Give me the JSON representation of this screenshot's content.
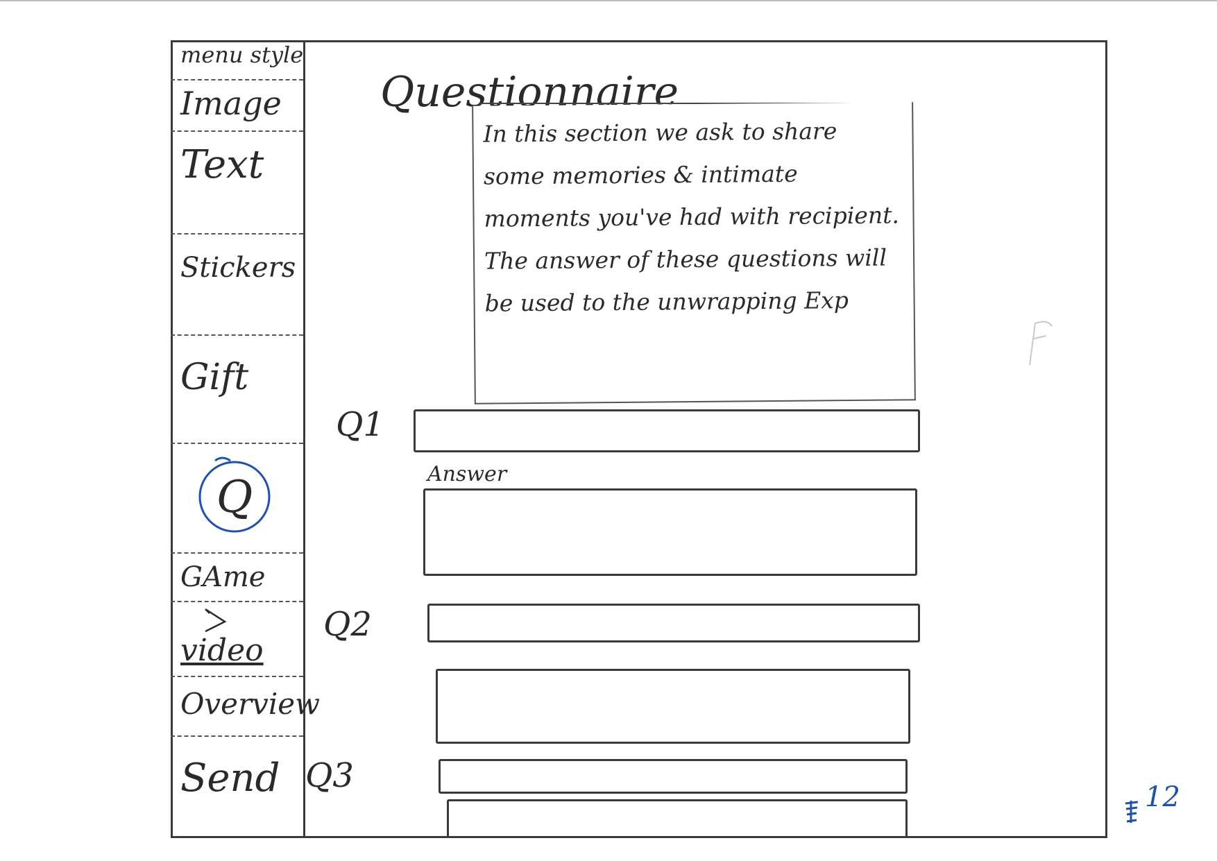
{
  "sidebar": {
    "items": [
      {
        "label": "menu style"
      },
      {
        "label": "Image"
      },
      {
        "label": "Text"
      },
      {
        "label": "Stickers"
      },
      {
        "label": "Gift"
      },
      {
        "label": "Q",
        "icon": "questionnaire-icon",
        "active": true
      },
      {
        "label": "GAme"
      },
      {
        "label": "video",
        "icon": "play-icon"
      },
      {
        "label": "Overview"
      },
      {
        "label": "Send"
      }
    ]
  },
  "main": {
    "title": "Questionnaire",
    "description": "In this section we ask to share some memories & intimate moments you've had with recipient. The answer of these questions will be used to the unwrapping Exp",
    "questions": [
      {
        "label": "Q1",
        "answer_label": "Answer"
      },
      {
        "label": "Q2"
      },
      {
        "label": "Q3"
      }
    ]
  },
  "page_number": "12",
  "colors": {
    "ink": "#2a2a2a",
    "highlight": "#1d4fb8",
    "paper": "#ffffff"
  }
}
